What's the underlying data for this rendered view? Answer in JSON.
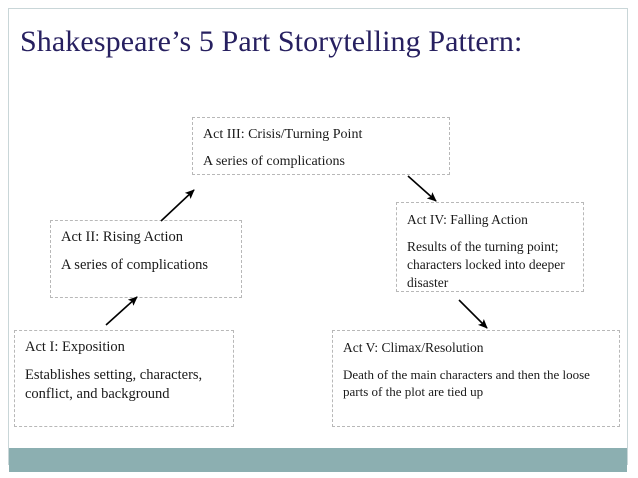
{
  "slide": {
    "title": "Shakespeare’s 5 Part Storytelling Pattern:",
    "title_color": "#272060",
    "background_color": "#ffffff",
    "frame_border_color": "#c9d6d8",
    "footer_band_color": "#8cafb1",
    "box_border_color": "#b8b8b8",
    "body_text_color": "#1a1a1a"
  },
  "boxes": [
    {
      "id": "act1",
      "heading": "Act I: Exposition",
      "body": "Establishes setting, characters, conflict, and background"
    },
    {
      "id": "act2",
      "heading": "Act II: Rising Action",
      "body": "A series of complications"
    },
    {
      "id": "act3",
      "heading": "Act III: Crisis/Turning Point",
      "body": "A series of complications"
    },
    {
      "id": "act4",
      "heading": "Act IV: Falling Action",
      "body": "Results of the turning point; characters locked into deeper disaster"
    },
    {
      "id": "act5",
      "heading": "Act V: Climax/Resolution",
      "body": "Death of the main characters and then the loose parts of the plot are tied up"
    }
  ],
  "arrows": [
    {
      "id": "act1-to-act2",
      "from": "act1",
      "to": "act2",
      "direction": "up-right"
    },
    {
      "id": "act2-to-act3",
      "from": "act2",
      "to": "act3",
      "direction": "up-right"
    },
    {
      "id": "act3-to-act4",
      "from": "act3",
      "to": "act4",
      "direction": "down-right"
    },
    {
      "id": "act4-to-act5",
      "from": "act4",
      "to": "act5",
      "direction": "down-right"
    }
  ]
}
